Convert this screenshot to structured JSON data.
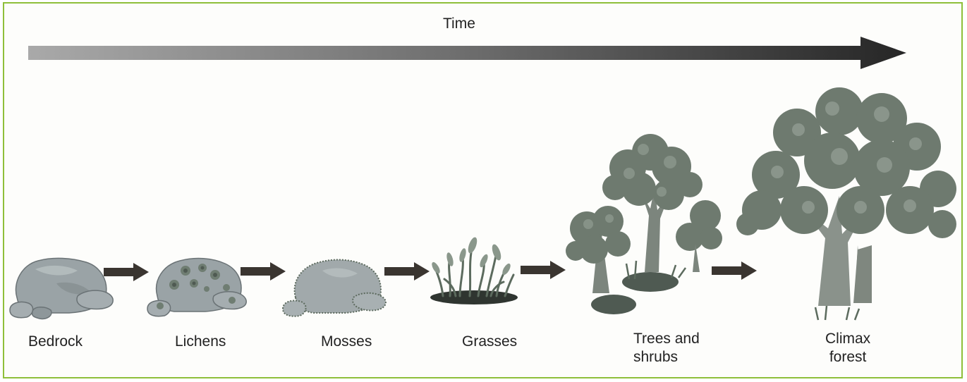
{
  "timeline": {
    "label": "Time"
  },
  "stages": [
    {
      "id": "bedrock",
      "label": "Bedrock"
    },
    {
      "id": "lichens",
      "label": "Lichens"
    },
    {
      "id": "mosses",
      "label": "Mosses"
    },
    {
      "id": "grasses",
      "label": "Grasses"
    },
    {
      "id": "trees",
      "label_line1": "Trees and",
      "label_line2": "shrubs"
    },
    {
      "id": "climax",
      "label_line1": "Climax",
      "label_line2": "forest"
    }
  ],
  "colors": {
    "frame": "#8fbf3a",
    "arrow": "#3a3530",
    "rock": "#9aa3a6",
    "foliage": "#6e7a6f"
  }
}
